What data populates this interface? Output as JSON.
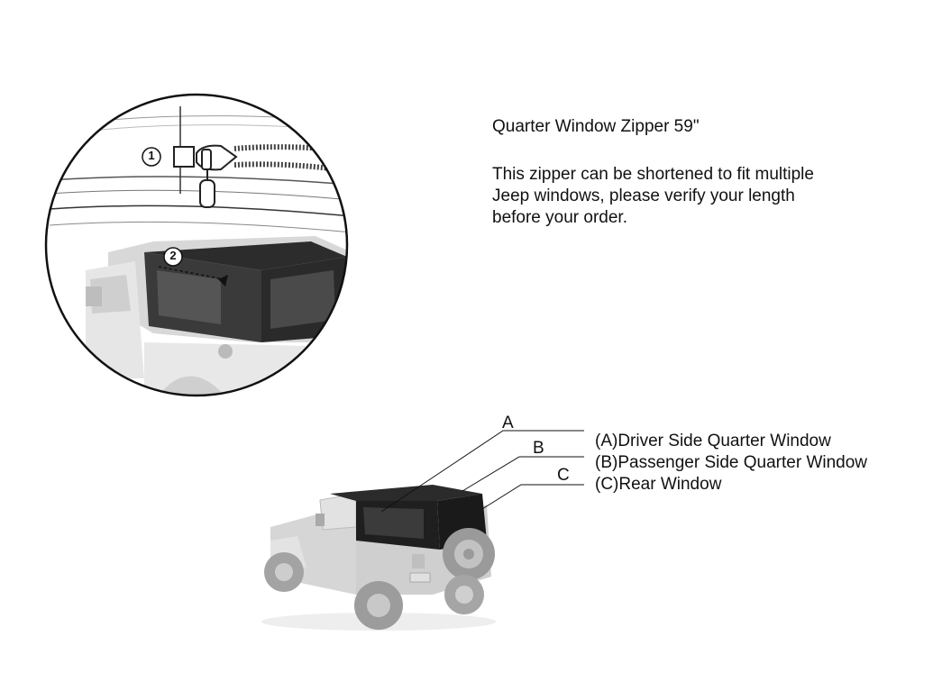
{
  "product": {
    "title": "Quarter Window Zipper 59\"",
    "description_lines": [
      "This zipper can be shortened to fit multiple",
      "Jeep windows, please verify your length",
      "before your order."
    ]
  },
  "callouts": {
    "step_1": "1",
    "step_2": "2"
  },
  "legend": {
    "a_letter": "A",
    "b_letter": "B",
    "c_letter": "C",
    "a_label": "(A)Driver Side Quarter Window",
    "b_label": "(B)Passenger Side Quarter Window",
    "c_label": "(C)Rear Window"
  }
}
